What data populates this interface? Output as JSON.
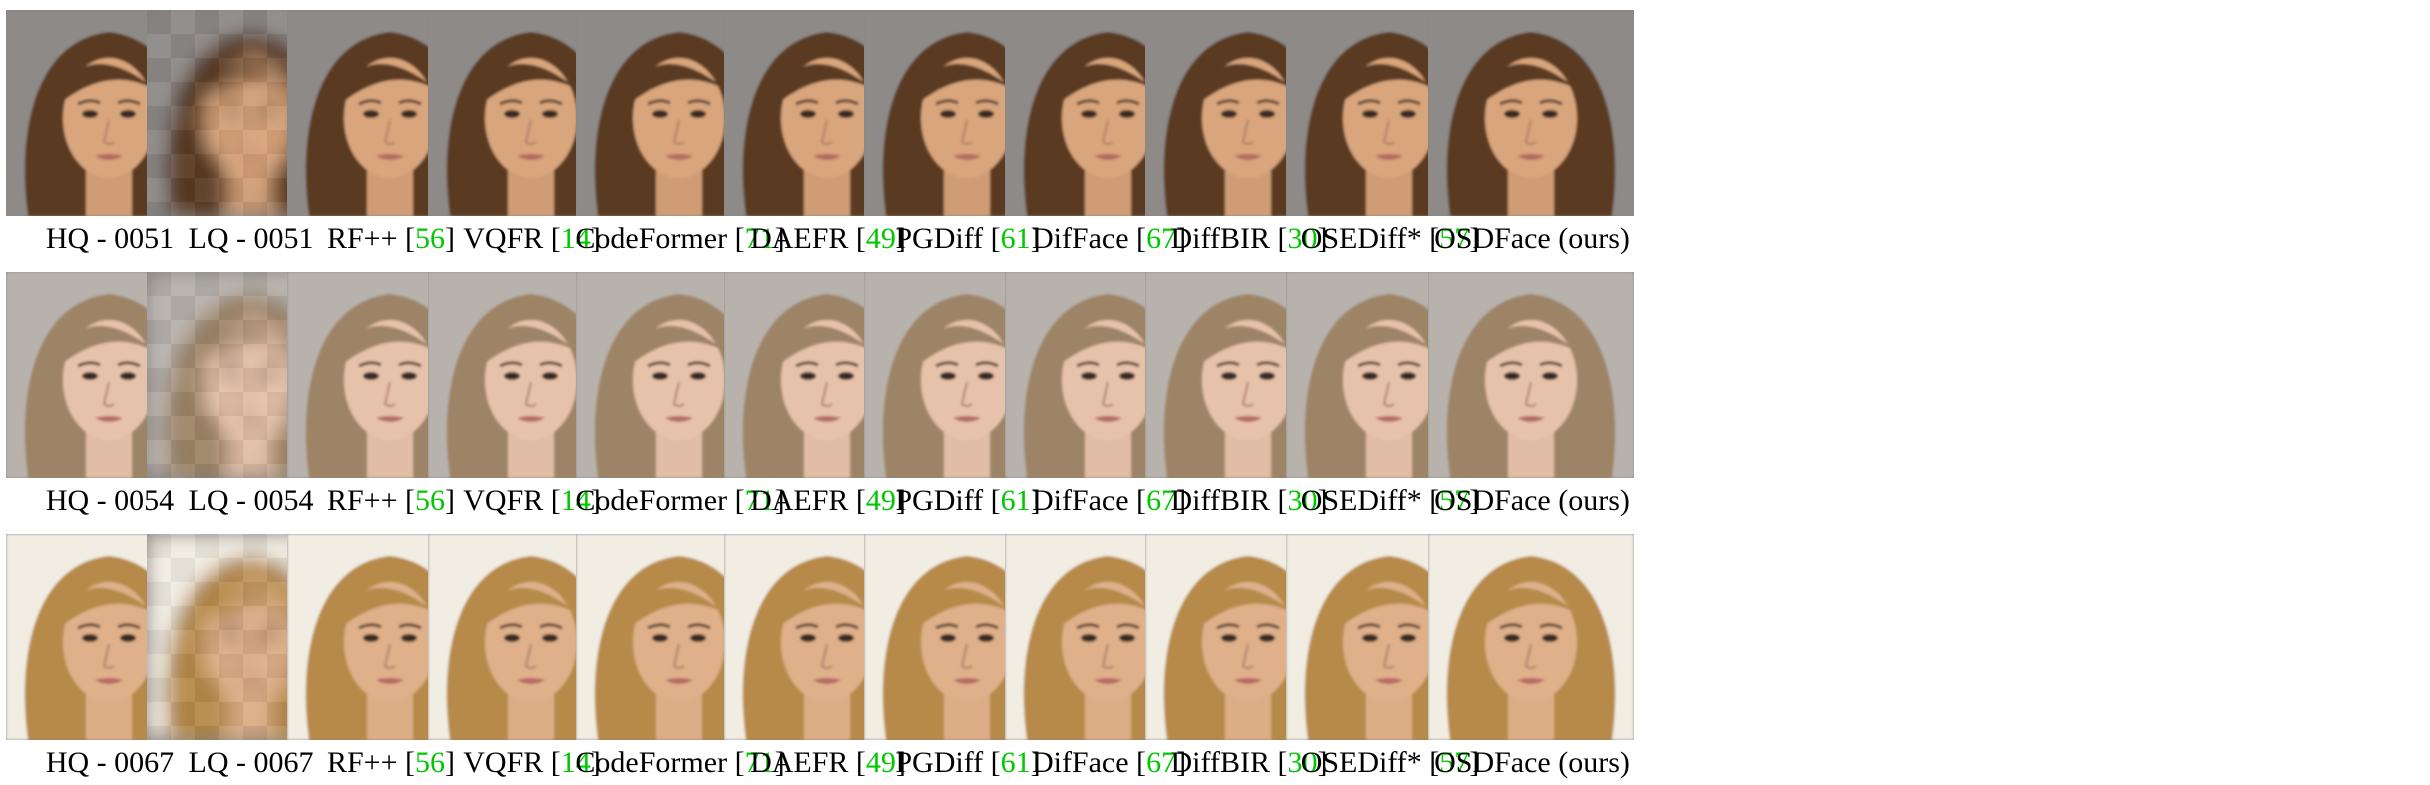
{
  "rows": [
    {
      "captions": [
        {
          "pre": "HQ - 0051",
          "ref": ""
        },
        {
          "pre": "LQ - 0051",
          "ref": ""
        },
        {
          "pre": "RF++ [",
          "ref": "56",
          "post": "]"
        },
        {
          "pre": "VQFR [",
          "ref": "14",
          "post": "]"
        },
        {
          "pre": "CodeFormer [",
          "ref": "71",
          "post": "]"
        },
        {
          "pre": "DAEFR [",
          "ref": "49",
          "post": "]"
        },
        {
          "pre": "PGDiff [",
          "ref": "61",
          "post": "]"
        },
        {
          "pre": "DifFace [",
          "ref": "67",
          "post": "]"
        },
        {
          "pre": "DiffBIR [",
          "ref": "30",
          "post": "]"
        },
        {
          "pre": "OSEDiff* [",
          "ref": "57",
          "post": "]"
        },
        {
          "pre": "OSDFace (ours)",
          "ref": ""
        }
      ]
    },
    {
      "captions": [
        {
          "pre": "HQ - 0054",
          "ref": ""
        },
        {
          "pre": "LQ - 0054",
          "ref": ""
        },
        {
          "pre": "RF++ [",
          "ref": "56",
          "post": "]"
        },
        {
          "pre": "VQFR [",
          "ref": "14",
          "post": "]"
        },
        {
          "pre": "CodeFormer [",
          "ref": "71",
          "post": "]"
        },
        {
          "pre": "DAEFR [",
          "ref": "49",
          "post": "]"
        },
        {
          "pre": "PGDiff [",
          "ref": "61",
          "post": "]"
        },
        {
          "pre": "DifFace [",
          "ref": "67",
          "post": "]"
        },
        {
          "pre": "DiffBIR [",
          "ref": "30",
          "post": "]"
        },
        {
          "pre": "OSEDiff* [",
          "ref": "57",
          "post": "]"
        },
        {
          "pre": "OSDFace (ours)",
          "ref": ""
        }
      ]
    },
    {
      "captions": [
        {
          "pre": "HQ - 0067",
          "ref": ""
        },
        {
          "pre": "LQ - 0067",
          "ref": ""
        },
        {
          "pre": "RF++ [",
          "ref": "56",
          "post": "]"
        },
        {
          "pre": "VQFR [",
          "ref": "14",
          "post": "]"
        },
        {
          "pre": "CodeFormer [",
          "ref": "71",
          "post": "]"
        },
        {
          "pre": "DAEFR [",
          "ref": "49",
          "post": "]"
        },
        {
          "pre": "PGDiff [",
          "ref": "61",
          "post": "]"
        },
        {
          "pre": "DifFace [",
          "ref": "67",
          "post": "]"
        },
        {
          "pre": "DiffBIR [",
          "ref": "30",
          "post": "]"
        },
        {
          "pre": "OSEDiff* [",
          "ref": "57",
          "post": "]"
        },
        {
          "pre": "OSDFace (ours)",
          "ref": ""
        }
      ]
    }
  ],
  "colors": {
    "citation": "#00c800",
    "caption_text": "#000000",
    "row0_bg": "#8e8a88",
    "row0_hair": "#5a3b22",
    "row0_skin": "#d9a57c",
    "row1_bg": "#b8b2ad",
    "row1_hair": "#9e8466",
    "row1_skin": "#e7c2aa",
    "row2_bg": "#f1ede3",
    "row2_hair": "#b78a4a",
    "row2_skin": "#dfb08a"
  },
  "icons": {
    "thumbnail": "face-photo"
  }
}
